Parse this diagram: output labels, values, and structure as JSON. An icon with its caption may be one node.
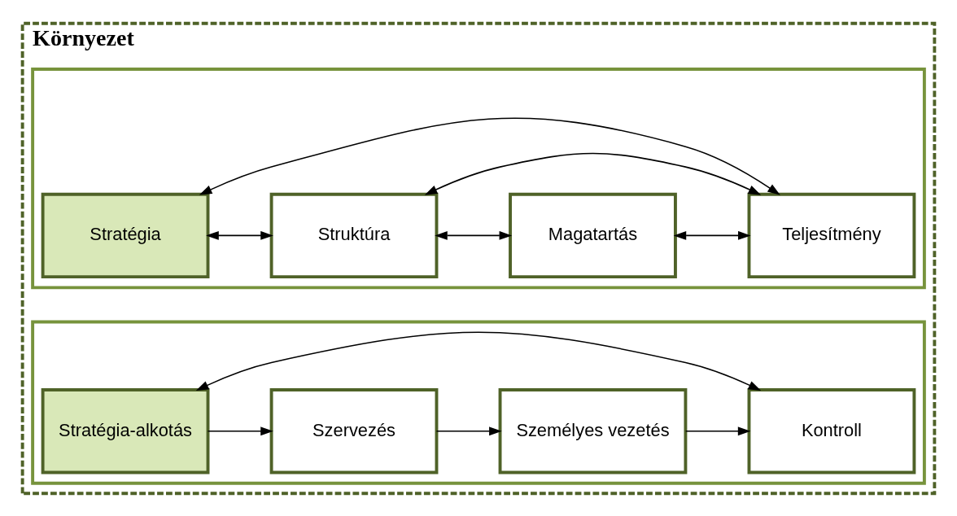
{
  "diagram": {
    "nodes": [
      {
        "text": [
          "Környezet"
        ]
      },
      {
        "text": [],
        "shape": "box",
        "in": 0
      },
      {
        "text": [],
        "shape": "box",
        "in": 0
      },
      {
        "text": [
          "Stratégia"
        ],
        "in": 1
      },
      {
        "text": [
          "Struktúra"
        ],
        "in": 1
      },
      {
        "text": [
          "Magatartás"
        ],
        "in": 1
      },
      {
        "text": [
          "Teljesítmény"
        ],
        "in": 1
      },
      {
        "text": [
          "Stratégia-alkotás"
        ],
        "in": 2
      },
      {
        "text": [
          "Szervezés"
        ],
        "in": 2
      },
      {
        "text": [
          "Személyes vezetés"
        ],
        "in": 2
      },
      {
        "text": [
          "Kontroll"
        ],
        "in": 2
      }
    ],
    "edges": [
      {
        "from": 3,
        "to": 4,
        "arrow": "both"
      },
      {
        "from": 4,
        "to": 5,
        "arrow": "both"
      },
      {
        "from": 5,
        "to": 6,
        "arrow": "both"
      },
      {
        "from": 4,
        "to": 6,
        "arrow": "both"
      },
      {
        "from": 3,
        "to": 6,
        "arrow": "both"
      },
      {
        "from": 7,
        "to": 8,
        "arrow": "to"
      },
      {
        "from": 8,
        "to": 9,
        "arrow": "to"
      },
      {
        "from": 9,
        "to": 10,
        "arrow": "to"
      },
      {
        "from": 7,
        "to": 10,
        "arrow": "both"
      }
    ]
  }
}
